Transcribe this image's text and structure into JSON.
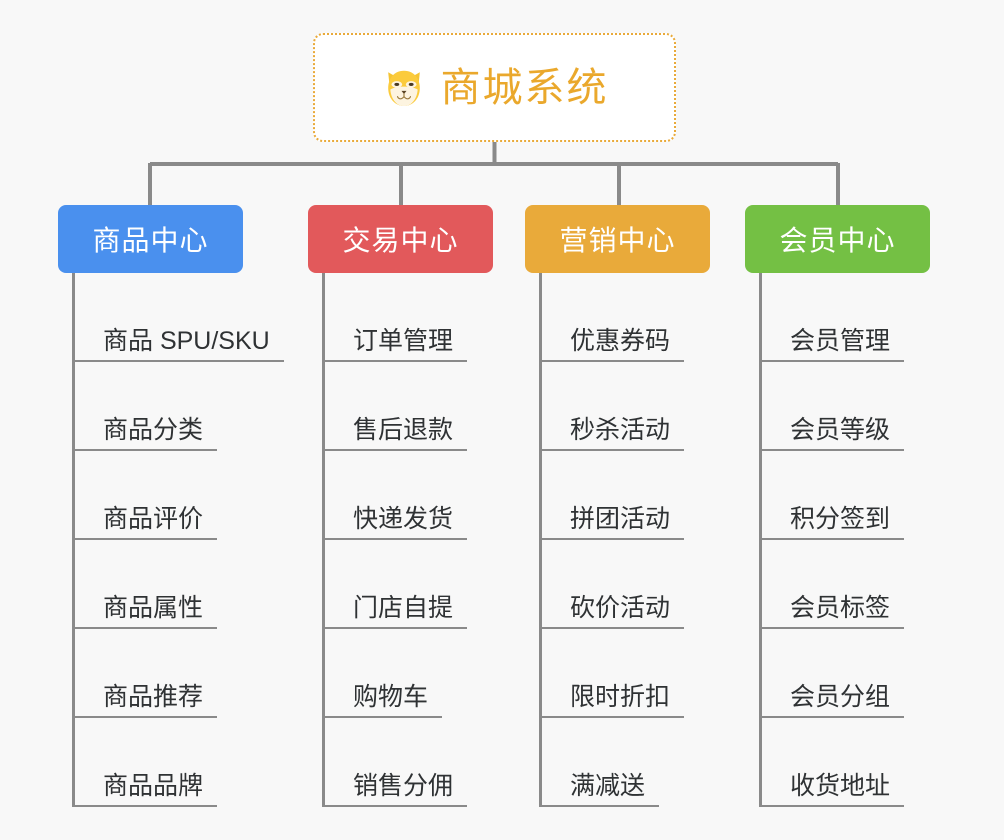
{
  "background_color": "#f8f8f8",
  "root": {
    "title": "商城系统",
    "icon": "shiba-dog-icon",
    "text_color": "#eaa82c",
    "border_color": "#e9aa3a",
    "background_color": "#ffffff"
  },
  "connector_color": "#8a8a8a",
  "branches": [
    {
      "label": "商品中心",
      "color": "#4a90ee",
      "items": [
        "商品 SPU/SKU",
        "商品分类",
        "商品评价",
        "商品属性",
        "商品推荐",
        "商品品牌"
      ]
    },
    {
      "label": "交易中心",
      "color": "#e2595b",
      "items": [
        "订单管理",
        "售后退款",
        "快递发货",
        "门店自提",
        "购物车",
        "销售分佣"
      ]
    },
    {
      "label": "营销中心",
      "color": "#e9aa3a",
      "items": [
        "优惠券码",
        "秒杀活动",
        "拼团活动",
        "砍价活动",
        "限时折扣",
        "满减送"
      ]
    },
    {
      "label": "会员中心",
      "color": "#74c044",
      "items": [
        "会员管理",
        "会员等级",
        "积分签到",
        "会员标签",
        "会员分组",
        "收货地址"
      ]
    }
  ]
}
